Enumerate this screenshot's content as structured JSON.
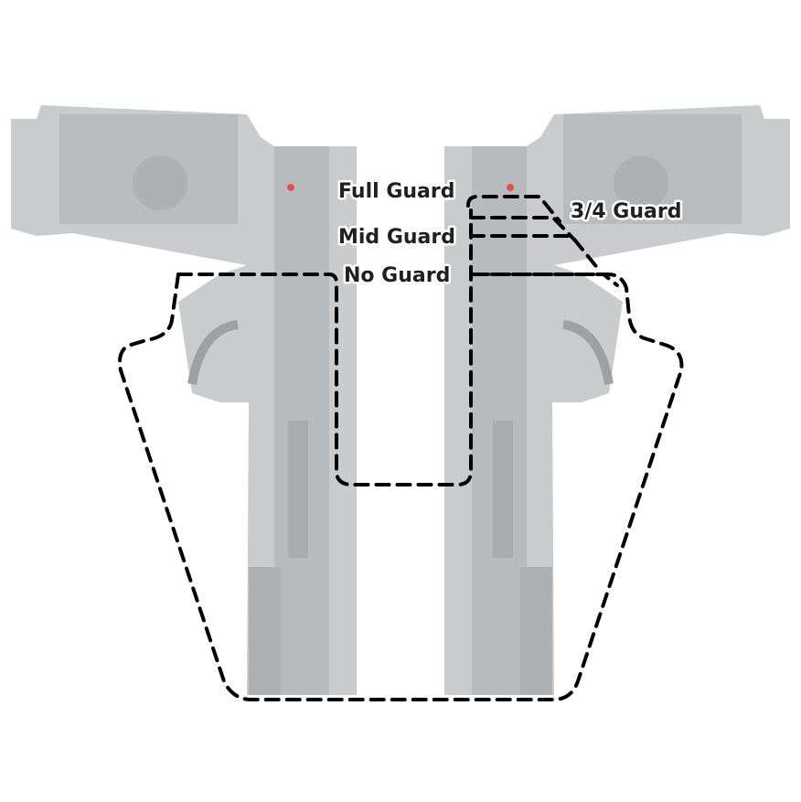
{
  "labels": {
    "full_guard": "Full Guard",
    "three_quarter_guard": "3/4 Guard",
    "mid_guard": "Mid Guard",
    "no_guard": "No Guard"
  },
  "colors": {
    "pistol": "#c9cbcd",
    "pistol_dark": "#a9acaf",
    "outline": "#000000",
    "text": "#231f20"
  }
}
